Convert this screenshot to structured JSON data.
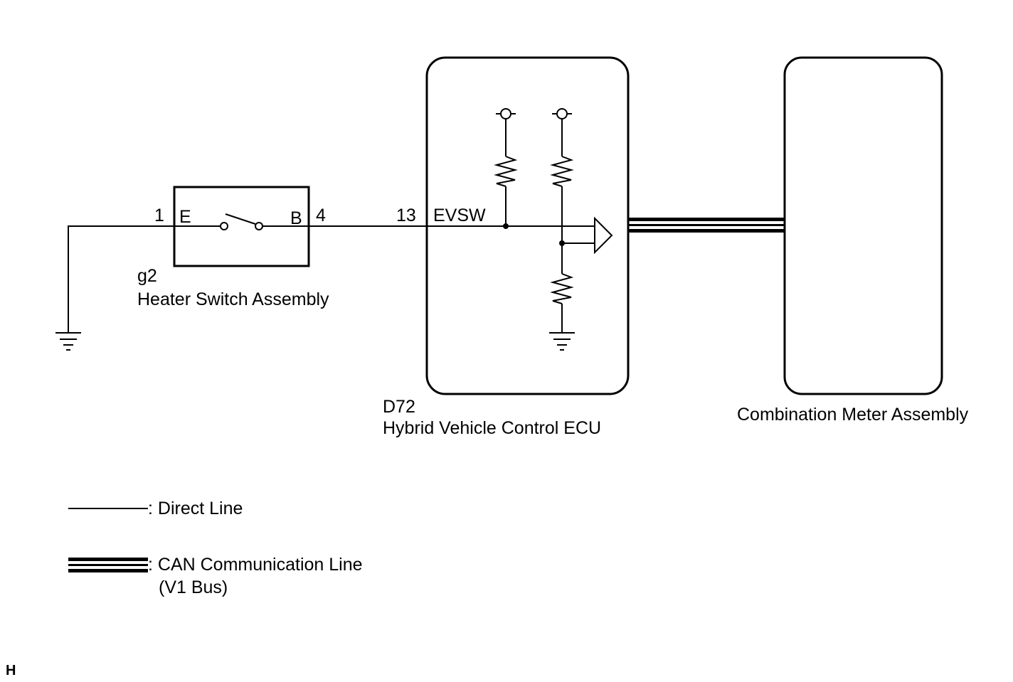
{
  "heater_switch": {
    "connector": "g2",
    "name": "Heater Switch Assembly",
    "pin_left_number": "1",
    "pin_left_name": "E",
    "pin_right_name": "B",
    "pin_right_number": "4"
  },
  "ecu": {
    "connector": "D72",
    "name": "Hybrid Vehicle Control ECU",
    "pin_number": "13",
    "pin_name": "EVSW"
  },
  "meter": {
    "name": "Combination Meter Assembly"
  },
  "legend": {
    "direct_line": ": Direct Line",
    "can_line_1": ": CAN Communication Line",
    "can_line_2": "(V1 Bus)"
  },
  "corner_mark": "H",
  "colors": {
    "line": "#000000",
    "background": "#ffffff"
  }
}
